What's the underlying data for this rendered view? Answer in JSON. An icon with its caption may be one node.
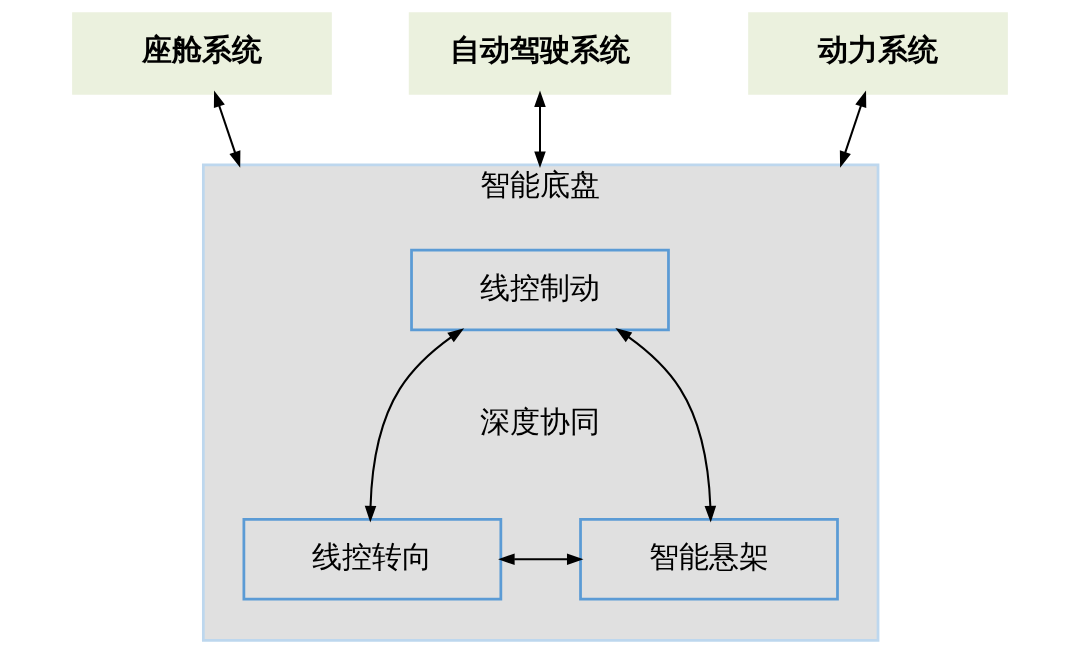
{
  "diagram": {
    "nodes": [
      {
        "text": [
          "座舱系统"
        ]
      },
      {
        "text": [
          "自动驾驶系统"
        ]
      },
      {
        "text": [
          "动力系统"
        ]
      },
      {
        "text": [
          "智能底盘"
        ]
      },
      {
        "text": [
          "线控制动"
        ],
        "in": 3
      },
      {
        "text": [
          "线控转向"
        ],
        "in": 3
      },
      {
        "text": [
          "智能悬架"
        ],
        "in": 3
      }
    ],
    "edges": [
      {
        "from": 0,
        "to": 3,
        "arrow": "both"
      },
      {
        "from": 1,
        "to": 3,
        "arrow": "both"
      },
      {
        "from": 2,
        "to": 3,
        "arrow": "both"
      },
      {
        "from": 5,
        "to": 4,
        "arrow": "both"
      },
      {
        "from": 4,
        "to": 6,
        "arrow": "both"
      },
      {
        "from": 5,
        "to": 6,
        "arrow": "both"
      }
    ],
    "labels": [
      "深度协同"
    ]
  }
}
